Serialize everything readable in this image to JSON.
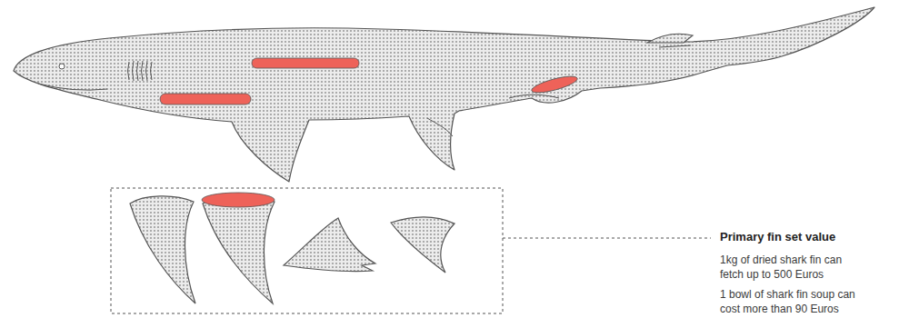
{
  "diagram": {
    "labels": [
      "Primary fin set value",
      "1kg of dried shark fin can fetch up to 500 Euros",
      "1 bowl of shark fin soup can cost more than 90 Euros"
    ]
  }
}
